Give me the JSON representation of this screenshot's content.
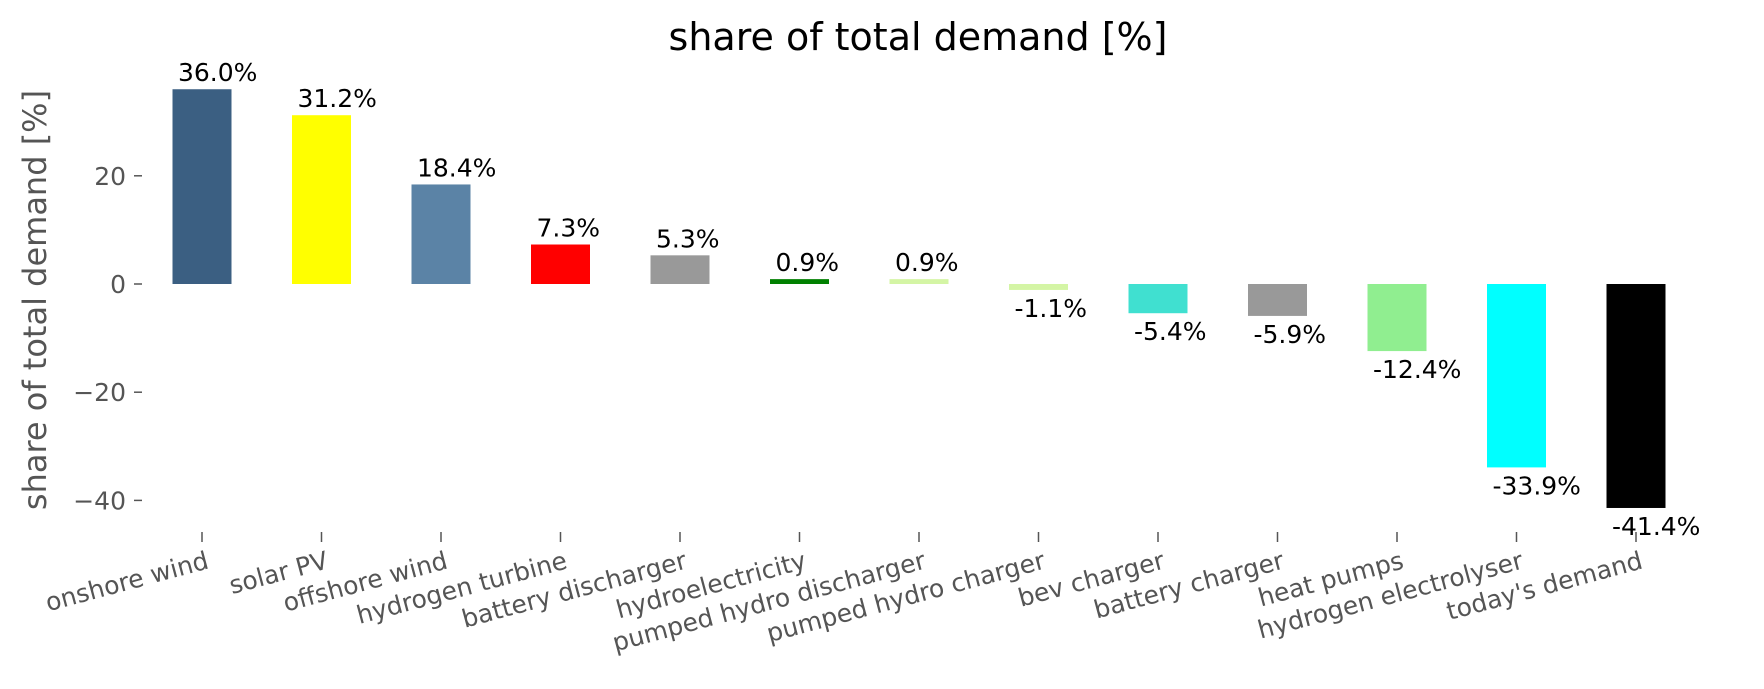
{
  "chart_data": {
    "type": "bar",
    "title": "share of total demand [%]",
    "xlabel": "",
    "ylabel": "share of total demand [%]",
    "ylim": [
      -45,
      40
    ],
    "yticks": [
      -40,
      -20,
      0,
      20
    ],
    "grid": false,
    "categories": [
      "onshore wind",
      "solar PV",
      "offshore wind",
      "hydrogen turbine",
      "battery discharger",
      "hydroelectricity",
      "pumped hydro discharger",
      "pumped hydro charger",
      "bev charger",
      "battery charger",
      "heat pumps",
      "hydrogen electrolyser",
      "today's demand"
    ],
    "values": [
      36.0,
      31.2,
      18.4,
      7.3,
      5.3,
      0.9,
      0.9,
      -1.1,
      -5.4,
      -5.9,
      -12.4,
      -33.9,
      -41.4
    ],
    "labels": [
      "36.0%",
      "31.2%",
      "18.4%",
      "7.3%",
      "5.3%",
      "0.9%",
      "0.9%",
      "-1.1%",
      "-5.4%",
      "-5.9%",
      "-12.4%",
      "-33.9%",
      "-41.4%"
    ],
    "colors": [
      "#3b5f82",
      "#ffff00",
      "#5b83a6",
      "#ff0000",
      "#999999",
      "#008000",
      "#d4f5a5",
      "#d4f5a5",
      "#40e0d0",
      "#999999",
      "#90ee90",
      "#00ffff",
      "#000000"
    ]
  }
}
